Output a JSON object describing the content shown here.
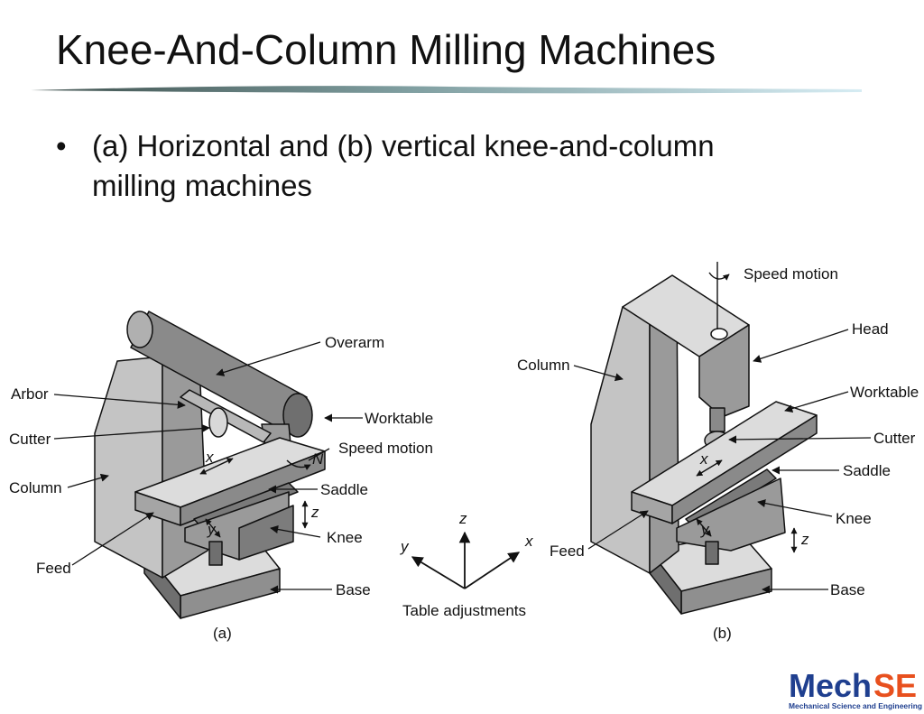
{
  "slide": {
    "title": "Knee-And-Column Milling Machines",
    "bullet": "(a) Horizontal and (b) vertical knee-and-column milling machines"
  },
  "figure_a": {
    "labels": {
      "overarm": "Overarm",
      "arbor": "Arbor",
      "cutter": "Cutter",
      "column": "Column",
      "feed": "Feed",
      "worktable": "Worktable",
      "speed_motion": "Speed motion",
      "saddle": "Saddle",
      "knee": "Knee",
      "base": "Base",
      "x": "x",
      "y": "y",
      "z": "z",
      "n": "N"
    },
    "caption": "(a)"
  },
  "axes_legend": {
    "x": "x",
    "y": "y",
    "z": "z",
    "caption": "Table adjustments"
  },
  "figure_b": {
    "labels": {
      "speed_motion": "Speed motion",
      "head": "Head",
      "column": "Column",
      "worktable": "Worktable",
      "cutter": "Cutter",
      "saddle": "Saddle",
      "knee": "Knee",
      "feed": "Feed",
      "base": "Base",
      "x": "x",
      "y": "y",
      "z": "z"
    },
    "caption": "(b)"
  },
  "logo": {
    "name_part1": "Mech",
    "name_part2": "SE",
    "tagline": "Mechanical Science and Engineering",
    "colors": {
      "primary": "#1f3f8f",
      "accent": "#e8501e"
    }
  },
  "colors": {
    "machine_face": "#c4c4c4",
    "machine_side": "#8a8a8a",
    "machine_top": "#dcdcdc",
    "rule_dark": "#3d4f4c",
    "rule_light": "#cfe6ee"
  }
}
